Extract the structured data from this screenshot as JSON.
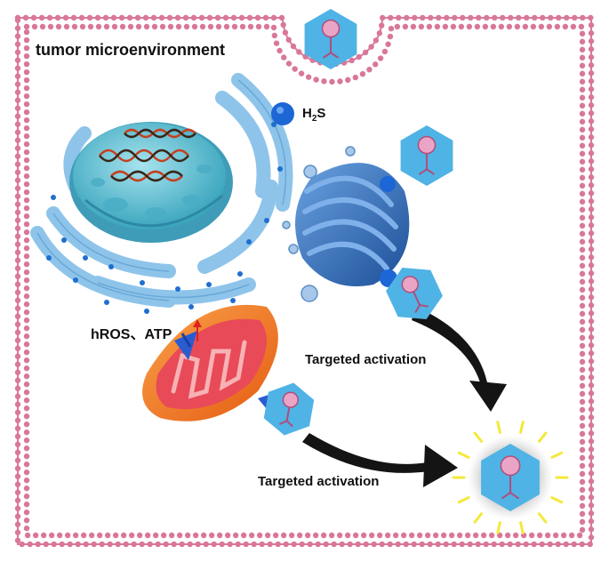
{
  "labels": {
    "title": "tumor microenvironment",
    "h2s_main": "H",
    "h2s_sub": "2",
    "h2s_end": "S",
    "hros_atp": "hROS、ATP",
    "targeted_activation_1": "Targeted activation",
    "targeted_activation_2": "Targeted activation"
  },
  "colors": {
    "membrane_pink": "#d9779a",
    "probe_blue": "#4fb3e6",
    "probe_pink": "#e9a4c6",
    "er_blue": "#8ec4ea",
    "nucleus_teal": "#67c2d6",
    "golgi_blue": "#3f76c6",
    "mito_orange": "#f07a1e",
    "mito_red": "#e54a55",
    "arrow_black": "#141414",
    "glow_yellow": "#f5e83a",
    "up_arrow_red": "#e02020"
  }
}
